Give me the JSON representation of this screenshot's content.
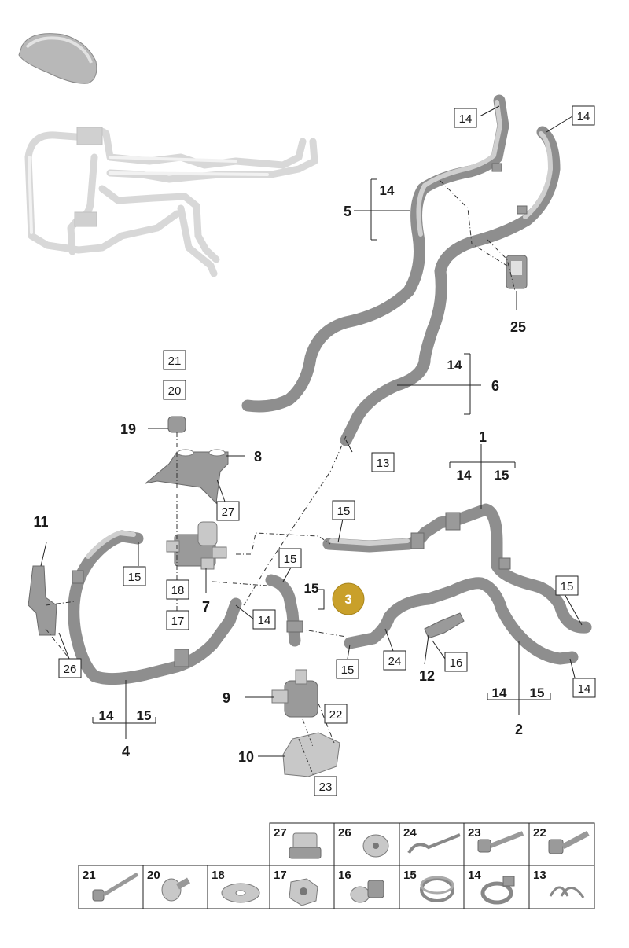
{
  "callouts": {
    "c1": "1",
    "c2": "2",
    "c3": "3",
    "c4": "4",
    "c5": "5",
    "c6": "6",
    "c7": "7",
    "c8": "8",
    "c9": "9",
    "c10": "10",
    "c11": "11",
    "c12": "12",
    "c19": "19",
    "c25": "25"
  },
  "sub_labels": {
    "s14": "14",
    "s15": "15"
  },
  "boxed_refs": {
    "b13": "13",
    "b14": "14",
    "b15": "15",
    "b16": "16",
    "b17": "17",
    "b18": "18",
    "b20": "20",
    "b21": "21",
    "b22": "22",
    "b23": "23",
    "b24": "24",
    "b26": "26",
    "b27": "27"
  },
  "legend": {
    "top_row": [
      "27",
      "26",
      "24",
      "23",
      "22"
    ],
    "bottom_row": [
      "21",
      "20",
      "18",
      "17",
      "16",
      "15",
      "14",
      "13"
    ]
  },
  "colors": {
    "highlight": "#c9a02a",
    "hose": "#8e8e8e",
    "ghost": "#d8d8d8"
  },
  "icons": [
    "car-silhouette-icon",
    "ghost-hose-assembly",
    "bolt-icon",
    "nut-icon",
    "washer-icon",
    "clamp-icon"
  ]
}
